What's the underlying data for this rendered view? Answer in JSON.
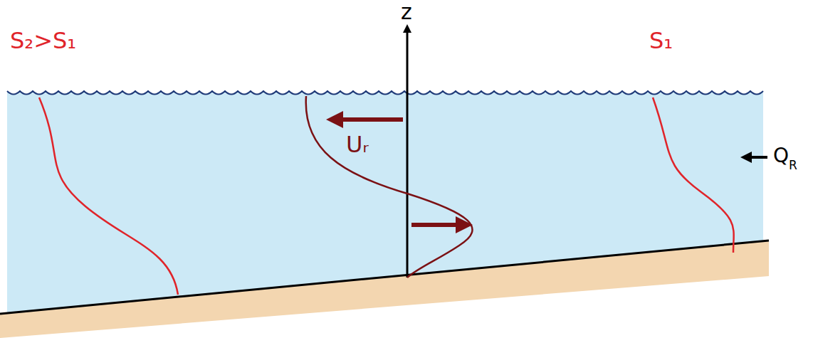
{
  "diagram": {
    "labels": [
      "z",
      "S₂>S₁",
      "S₁",
      "Uᵣ",
      "Q",
      "R"
    ]
  }
}
